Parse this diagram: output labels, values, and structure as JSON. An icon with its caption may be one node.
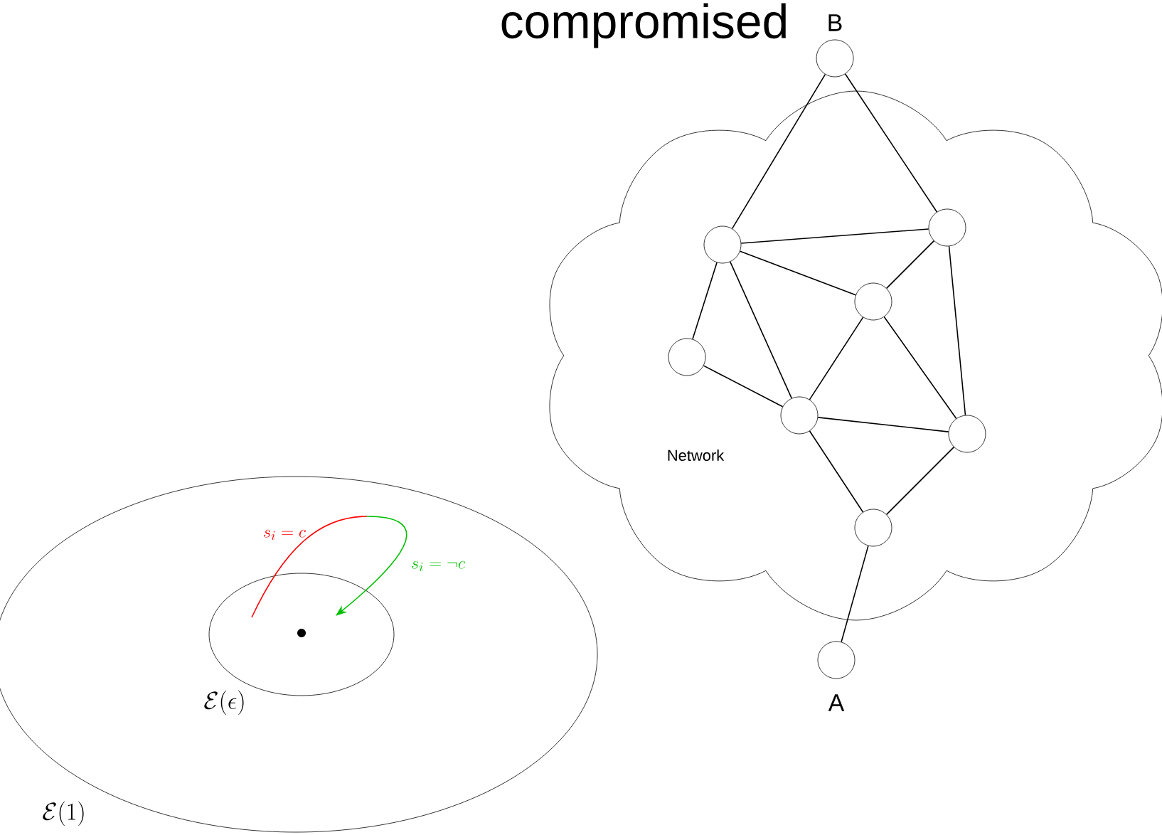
{
  "diagram": {
    "title": "compromised",
    "nodes": [
      {
        "text": [
          "Network"
        ]
      },
      {
        "text": [],
        "shape": "circle",
        "beside": [
          "B"
        ]
      },
      {
        "text": [],
        "shape": "circle",
        "in": 0
      },
      {
        "text": [],
        "shape": "circle",
        "in": 0
      },
      {
        "text": [],
        "shape": "circle",
        "in": 0
      },
      {
        "text": [],
        "shape": "circle",
        "in": 0
      },
      {
        "text": [],
        "shape": "circle",
        "in": 0
      },
      {
        "text": [],
        "shape": "circle",
        "in": 0
      },
      {
        "text": [],
        "shape": "circle",
        "in": 0
      },
      {
        "text": [],
        "shape": "circle",
        "beside": [
          "A"
        ]
      },
      {
        "text": [
          "\\mathcal{E}(1)"
        ]
      },
      {
        "text": [
          "\\mathcal{E}(\\epsilon)"
        ],
        "in": 10
      },
      {
        "text": [],
        "shape": "circle",
        "in": 11
      }
    ],
    "edges": [
      {
        "from": 1,
        "to": 2,
        "arrow": "none"
      },
      {
        "from": 1,
        "to": 3,
        "arrow": "none"
      },
      {
        "from": 2,
        "to": 3,
        "arrow": "none"
      },
      {
        "from": 2,
        "to": 4,
        "arrow": "none"
      },
      {
        "from": 3,
        "to": 4,
        "arrow": "none"
      },
      {
        "from": 2,
        "to": 5,
        "arrow": "none"
      },
      {
        "from": 2,
        "to": 6,
        "arrow": "none"
      },
      {
        "from": 4,
        "to": 6,
        "arrow": "none"
      },
      {
        "from": 4,
        "to": 7,
        "arrow": "none"
      },
      {
        "from": 3,
        "to": 7,
        "arrow": "none"
      },
      {
        "from": 5,
        "to": 6,
        "arrow": "none"
      },
      {
        "from": 6,
        "to": 7,
        "arrow": "none"
      },
      {
        "from": 6,
        "to": 8,
        "arrow": "none"
      },
      {
        "from": 7,
        "to": 8,
        "arrow": "none"
      },
      {
        "from": 8,
        "to": 9,
        "arrow": "none"
      }
    ],
    "labels": [
      "s_i = c",
      "s_i = \\neg c"
    ]
  }
}
